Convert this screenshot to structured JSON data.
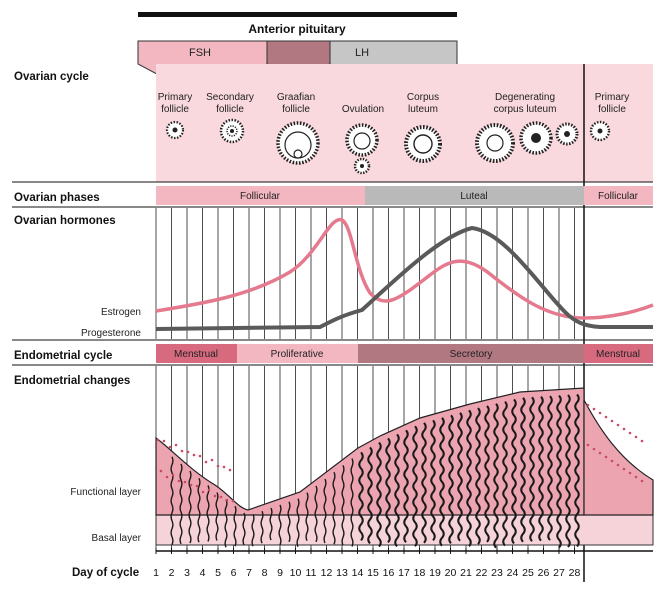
{
  "header": {
    "title": "Anterior pituitary",
    "hormones": [
      "FSH",
      "LH"
    ]
  },
  "rows": {
    "ovarian_cycle": "Ovarian cycle",
    "ovarian_phases": "Ovarian phases",
    "ovarian_hormones": "Ovarian hormones",
    "endometrial_cycle": "Endometrial cycle",
    "endometrial_changes": "Endometrial changes",
    "day_of_cycle": "Day of cycle"
  },
  "follicle_stages": [
    {
      "line1": "Primary",
      "line2": "follicle"
    },
    {
      "line1": "Secondary",
      "line2": "follicle"
    },
    {
      "line1": "Graafian",
      "line2": "follicle"
    },
    {
      "line1": "Ovulation",
      "line2": ""
    },
    {
      "line1": "Corpus",
      "line2": "luteum"
    },
    {
      "line1": "Degenerating",
      "line2": "corpus luteum"
    },
    {
      "line1": "Primary",
      "line2": "follicle"
    }
  ],
  "ovarian_phases": [
    "Follicular",
    "Luteal",
    "Follicular"
  ],
  "hormone_labels": {
    "estrogen": "Estrogen",
    "progesterone": "Progesterone"
  },
  "endometrial_phases": [
    "Menstrual",
    "Proliferative",
    "Secretory",
    "Menstrual"
  ],
  "layers": {
    "functional": "Functional layer",
    "basal": "Basal layer"
  },
  "days": [
    "1",
    "2",
    "3",
    "4",
    "5",
    "6",
    "7",
    "8",
    "9",
    "10",
    "11",
    "12",
    "13",
    "14",
    "15",
    "16",
    "17",
    "18",
    "19",
    "20",
    "21",
    "22",
    "23",
    "24",
    "25",
    "26",
    "27",
    "28"
  ],
  "colors": {
    "pink_light": "#f8d7dc",
    "pink_mid": "#ec9aa8",
    "pink_dark": "#d86a80",
    "mauve": "#b27882",
    "gray_band": "#b9b9b9",
    "gray_panel": "#c6c6c6",
    "estrogen_line": "#e57a8f",
    "progesterone_line": "#5a5a5a"
  }
}
